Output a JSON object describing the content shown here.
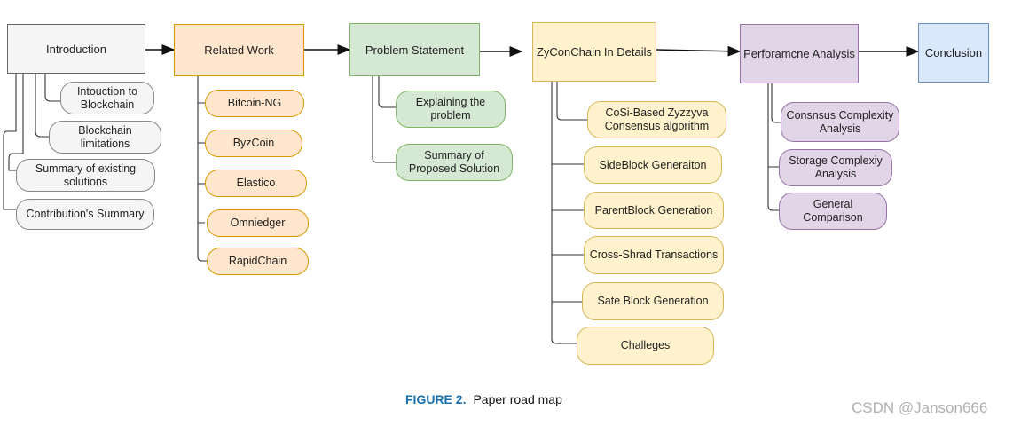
{
  "main_boxes": {
    "introduction": "Introduction",
    "related_work": "Related Work",
    "problem_statement": "Problem Statement",
    "zyconchain": "ZyConChain In Details",
    "performance": "Perforamcne Analysis",
    "conclusion": "Conclusion"
  },
  "introduction_items": [
    "Intouction to Blockchain",
    "Blockchain limitations",
    "Summary of existing solutions",
    "Contribution's Summary"
  ],
  "related_work_items": [
    "Bitcoin-NG",
    "ByzCoin",
    "Elastico",
    "Omniedger",
    "RapidChain"
  ],
  "problem_items": [
    "Explaining the problem",
    "Summary of Proposed Solution"
  ],
  "zyconchain_items": [
    "CoSi-Based Zyzzyva Consensus algorithm",
    "SideBlock Generaiton",
    "ParentBlock Generation",
    "Cross-Shrad Transactions",
    "Sate Block Generation",
    "Challeges"
  ],
  "performance_items": [
    "Consnsus Complexity Analysis",
    "Storage Complexiy Analysis",
    "General Comparison"
  ],
  "caption": {
    "figure": "FIGURE 2.",
    "text": "Paper road map"
  },
  "watermark": "CSDN @Janson666",
  "colors": {
    "gray": "#f5f5f5",
    "orange": "#ffe6cc",
    "green": "#d5e8d4",
    "yellow": "#fff2cc",
    "purple": "#e1d5e7",
    "blue": "#dae8fc",
    "caption_accent": "#1a6fae"
  }
}
